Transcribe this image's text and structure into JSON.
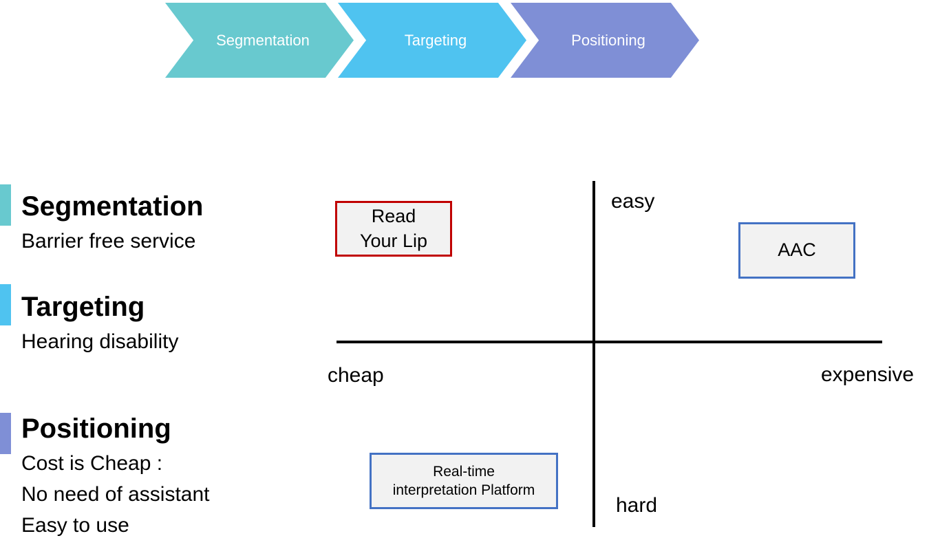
{
  "process": {
    "steps": [
      {
        "label": "Segmentation",
        "color": "#68c9cf"
      },
      {
        "label": "Targeting",
        "color": "#4fc3f0"
      },
      {
        "label": "Positioning",
        "color": "#7f8fd6"
      }
    ]
  },
  "legend": {
    "segmentation": {
      "title": "Segmentation",
      "lines": [
        "Barrier free service"
      ],
      "color": "#68c9cf"
    },
    "targeting": {
      "title": "Targeting",
      "lines": [
        "Hearing disability"
      ],
      "color": "#4fc3f0"
    },
    "positioning": {
      "title": "Positioning",
      "lines": [
        "Cost is Cheap :",
        "No need of assistant",
        "Easy to use"
      ],
      "color": "#7f8fd6"
    }
  },
  "map": {
    "axis_labels": {
      "top": "easy",
      "bottom": "hard",
      "left": "cheap",
      "right": "expensive"
    },
    "items": {
      "read_your_lip": {
        "lines": [
          "Read",
          "Your Lip"
        ],
        "border_color": "#c00000"
      },
      "aac": {
        "lines": [
          "AAC"
        ],
        "border_color": "#4472c4"
      },
      "realtime": {
        "lines": [
          "Real-time",
          "interpretation Platform"
        ],
        "border_color": "#4472c4"
      }
    }
  }
}
